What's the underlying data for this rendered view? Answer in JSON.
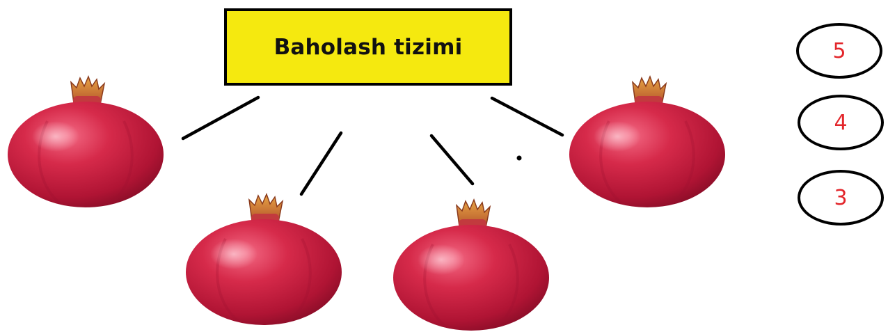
{
  "title": "Baholash tizimi",
  "grades": [
    "5",
    "4",
    "3"
  ],
  "colors": {
    "title_fill": "#f5e90f",
    "grade_text": "#e3262b",
    "fruit_body": "#c81e3d",
    "fruit_crown": "#c9821f"
  },
  "items": [
    {
      "icon": "pomegranate-icon"
    },
    {
      "icon": "pomegranate-icon"
    },
    {
      "icon": "pomegranate-icon"
    },
    {
      "icon": "pomegranate-icon"
    }
  ]
}
